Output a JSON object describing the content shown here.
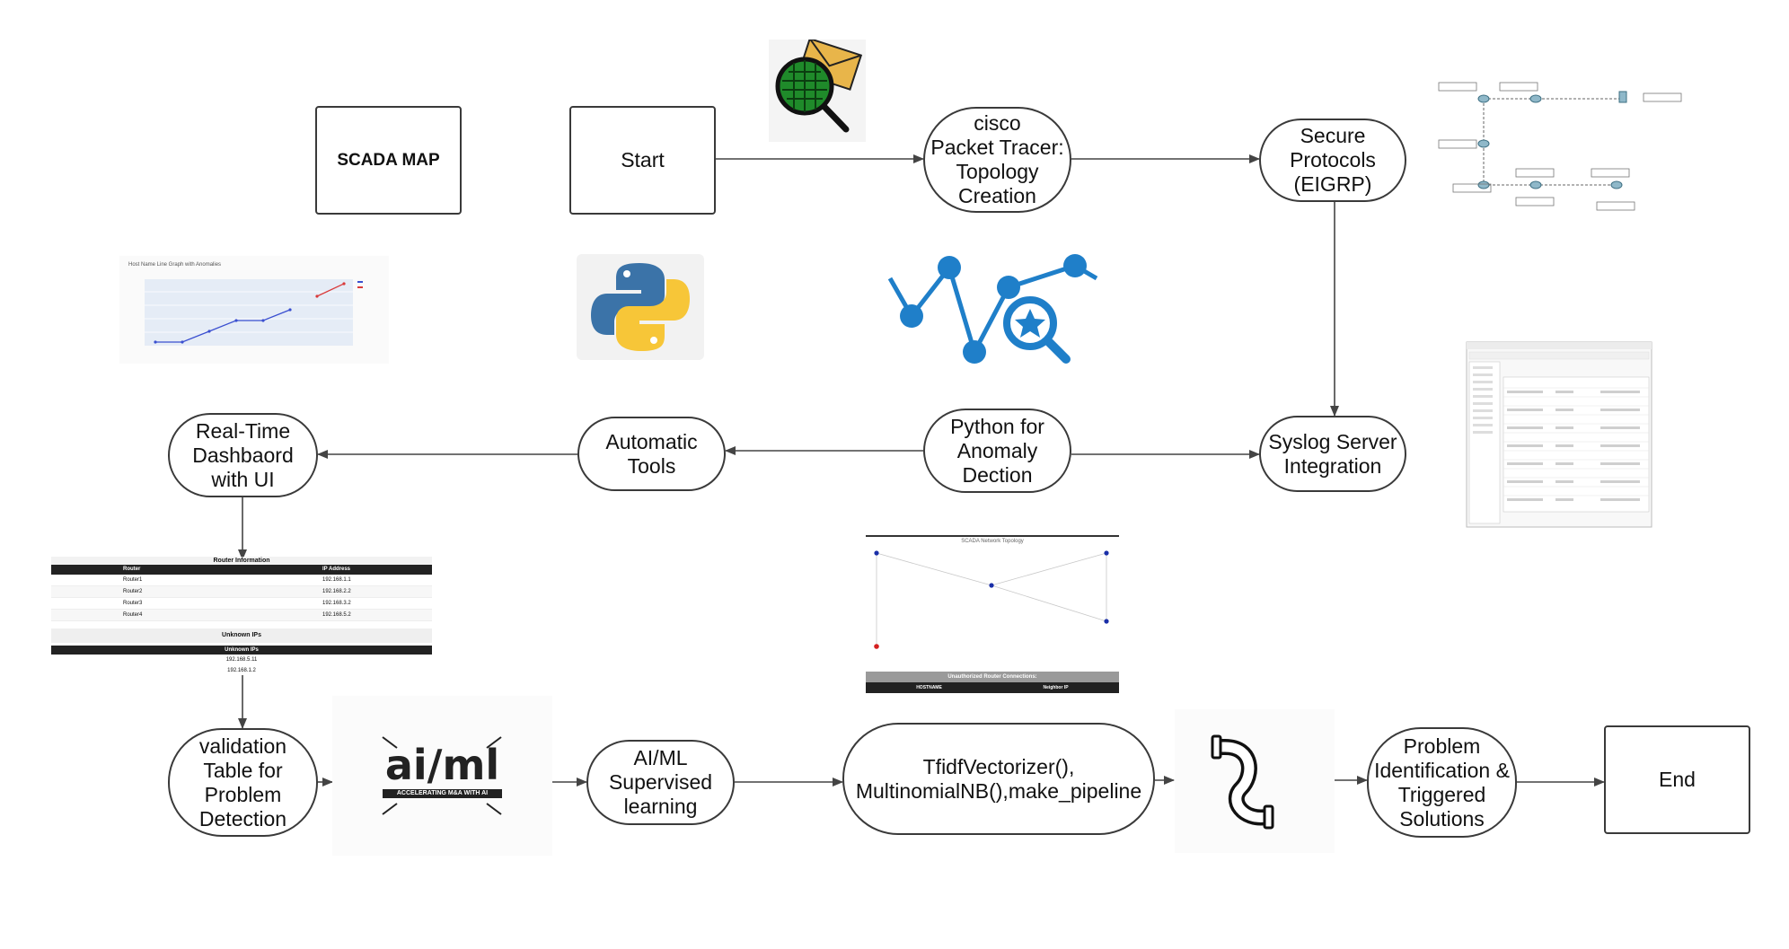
{
  "nodes": {
    "scada": "SCADA MAP",
    "start": "Start",
    "cisco": "cisco\nPacket Tracer:\nTopology\nCreation",
    "secure": "Secure\nProtocols\n(EIGRP)",
    "syslog": "Syslog Server\nIntegration",
    "python_anomaly": "Python for\nAnomaly\nDection",
    "auto_tools": "Automatic\nTools",
    "dashboard": "Real-Time\nDashbaord\nwith UI",
    "validation": "validation\nTable for\nProblem\nDetection",
    "aiml_supervised": "AI/ML\nSupervised\nlearning",
    "tfidf": "TfidfVectorizer(),\nMultinomialNB(),make_pipeline",
    "problem": "Problem\nIdentification &\nTriggered\nSolutions",
    "end": "End"
  },
  "aiml_logo": {
    "text": "ai/ml",
    "tagline": "ACCELERATING M&A WITH AI"
  },
  "router_table": {
    "title": "Router Information",
    "headers": [
      "Router",
      "IP Address"
    ],
    "rows": [
      [
        "Router1",
        "192.168.1.1"
      ],
      [
        "Router2",
        "192.168.2.2"
      ],
      [
        "Router3",
        "192.168.3.2"
      ],
      [
        "Router4",
        "192.168.5.2"
      ]
    ],
    "unknown_title": "Unknown IPs",
    "unknown_header": "Unknown IPs",
    "unknown_rows": [
      "192.168.5.11",
      "192.168.1.2"
    ]
  },
  "network_topology": {
    "title": "SCADA Network Topology",
    "footer_title": "Unauthorized Router Connections:",
    "footer_cols": [
      "HOSTNAME",
      "Neighbor IP"
    ]
  },
  "line_chart_thumb": {
    "title": "Host Name Line Graph with Anomalies"
  },
  "icons": [
    "magnifier-envelope-icon",
    "python-logo-icon",
    "anomaly-graph-icon",
    "pipe-icon"
  ],
  "colors": {
    "node_border": "#3a3a3a",
    "arrow": "#444444",
    "python_blue": "#3b73a8",
    "python_yellow": "#f7c638",
    "anomaly_blue": "#1f7fc9",
    "envelope": "#e8b54a",
    "grid_green": "#1f8a2a"
  }
}
